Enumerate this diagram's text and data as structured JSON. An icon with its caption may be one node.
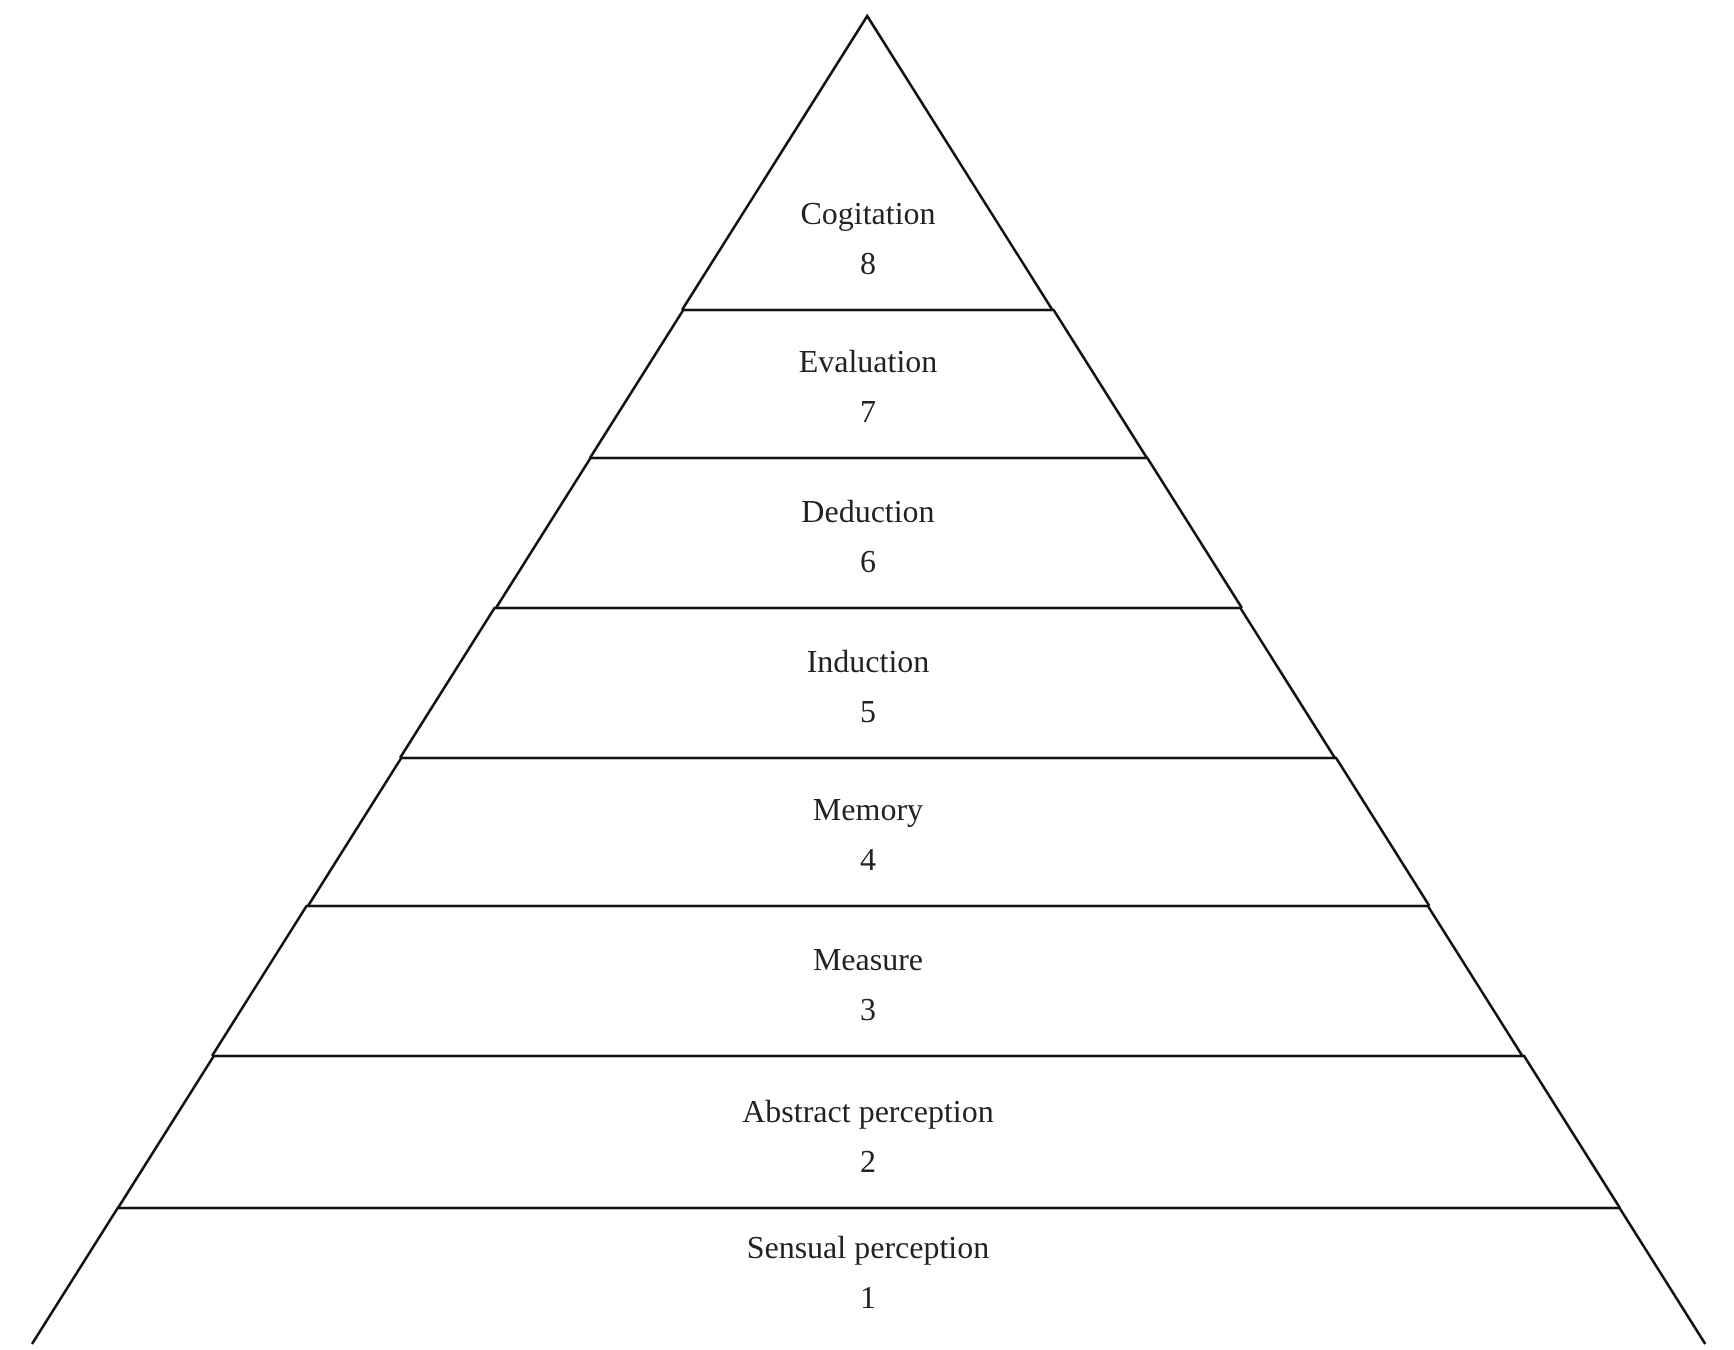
{
  "diagram": {
    "nodes": [
      {
        "text": [
          "Cogitation",
          "8"
        ]
      },
      {
        "text": [
          "Evaluation",
          "7"
        ]
      },
      {
        "text": [
          "Deduction",
          "6"
        ]
      },
      {
        "text": [
          "Induction",
          "5"
        ]
      },
      {
        "text": [
          "Memory",
          "4"
        ]
      },
      {
        "text": [
          "Measure",
          "3"
        ]
      },
      {
        "text": [
          "Abstract perception",
          "2"
        ]
      },
      {
        "text": [
          "Sensual perception",
          "1"
        ]
      }
    ]
  }
}
